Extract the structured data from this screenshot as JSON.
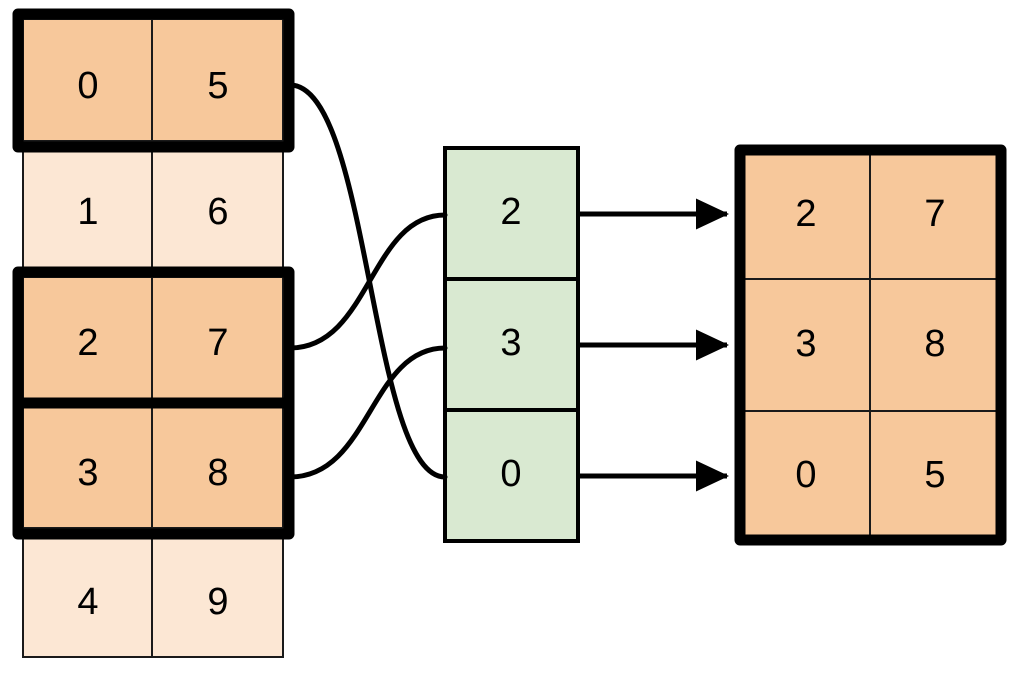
{
  "diagram": {
    "type": "index-selection-gather",
    "colors": {
      "highlight_fill": "#f7c89b",
      "normal_fill": "#fce7d4",
      "index_fill": "#d9e9d1",
      "stroke": "#000000",
      "thin_stroke": "#1a1a1a",
      "background": "#ffffff"
    },
    "source_table": {
      "name": "source-table",
      "columns": 2,
      "rows": [
        {
          "values": [
            "0",
            "5"
          ],
          "highlighted": true
        },
        {
          "values": [
            "1",
            "6"
          ],
          "highlighted": false
        },
        {
          "values": [
            "2",
            "7"
          ],
          "highlighted": true
        },
        {
          "values": [
            "3",
            "8"
          ],
          "highlighted": true
        },
        {
          "values": [
            "4",
            "9"
          ],
          "highlighted": false
        }
      ]
    },
    "index_table": {
      "name": "index-table",
      "columns": 1,
      "rows": [
        {
          "values": [
            "2"
          ]
        },
        {
          "values": [
            "3"
          ]
        },
        {
          "values": [
            "0"
          ]
        }
      ]
    },
    "result_table": {
      "name": "result-table",
      "columns": 2,
      "rows": [
        {
          "values": [
            "2",
            "7"
          ],
          "highlighted": true
        },
        {
          "values": [
            "3",
            "8"
          ],
          "highlighted": true
        },
        {
          "values": [
            "0",
            "5"
          ],
          "highlighted": true
        }
      ]
    },
    "curve_links": [
      {
        "from_source_row": 0,
        "to_index_row": 2
      },
      {
        "from_source_row": 2,
        "to_index_row": 0
      },
      {
        "from_source_row": 3,
        "to_index_row": 1
      }
    ],
    "arrow_links": [
      {
        "from_index_row": 0,
        "to_result_row": 0
      },
      {
        "from_index_row": 1,
        "to_result_row": 1
      },
      {
        "from_index_row": 2,
        "to_result_row": 2
      }
    ]
  }
}
